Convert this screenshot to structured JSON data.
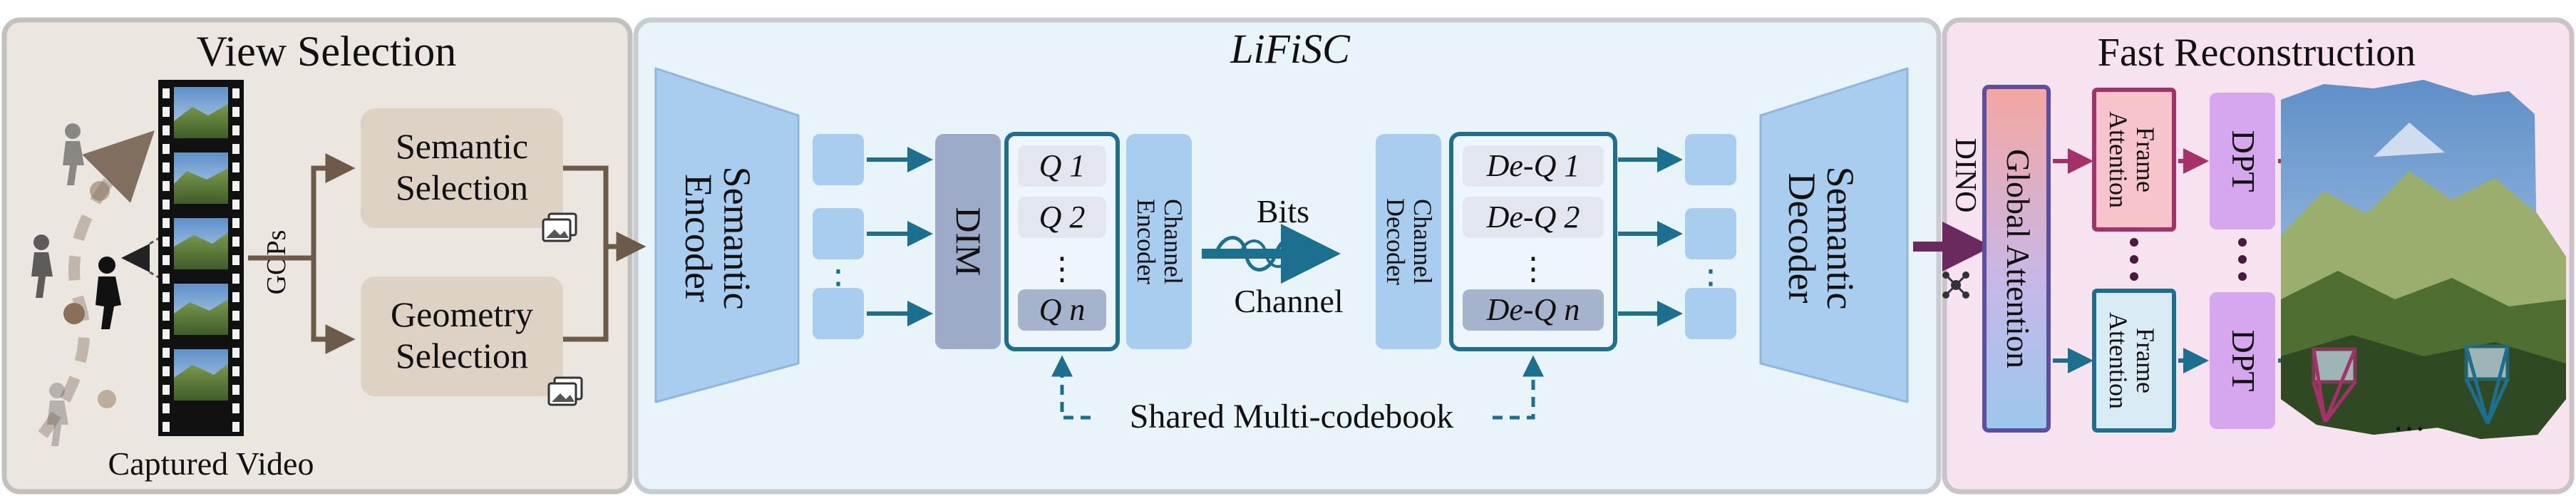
{
  "panels": {
    "view_selection": {
      "title": "View Selection"
    },
    "lifisc": {
      "title": "LiFiSC"
    },
    "fast_reconstruction": {
      "title": "Fast Reconstruction"
    }
  },
  "view_selection": {
    "captured_video_label": "Captured Video",
    "gops_label": "GOPs",
    "semantic_selection": [
      "Semantic",
      "Selection"
    ],
    "geometry_selection": [
      "Geometry",
      "Selection"
    ]
  },
  "lifisc": {
    "semantic_encoder": [
      "Semantic",
      "Encoder"
    ],
    "dim_label": "DIM",
    "quantizers": [
      "Q 1",
      "Q 2",
      "⋮",
      "Q n"
    ],
    "channel_encoder": [
      "Channel",
      "Encoder"
    ],
    "bits_label": "Bits",
    "channel_label": "Channel",
    "channel_decoder": [
      "Channel",
      "Decoder"
    ],
    "dequantizers": [
      "De-Q 1",
      "De-Q 2",
      "⋮",
      "De-Q n"
    ],
    "semantic_decoder": [
      "Semantic",
      "Decoder"
    ],
    "shared_codebook_label": "Shared Multi-codebook"
  },
  "fast_reconstruction": {
    "dino_label": "DINO",
    "global_attention_label": "Global Attention",
    "frame_attention": [
      "Frame",
      "Attention"
    ],
    "dpt_label": "DPT",
    "ellipsis": "…"
  },
  "colors": {
    "view_bg": "#ece6e0",
    "lifisc_bg": "#e9f3fa",
    "recon_bg": "#f6e3ef",
    "block_blue": "#a9cdee",
    "dim_blue": "#9dabc8",
    "arrow_teal": "#1d6f8f",
    "brown": "#6e5a48",
    "purple": "#5c4ea0",
    "magenta": "#a4316a",
    "dpt_purple": "#d6a6ee"
  }
}
